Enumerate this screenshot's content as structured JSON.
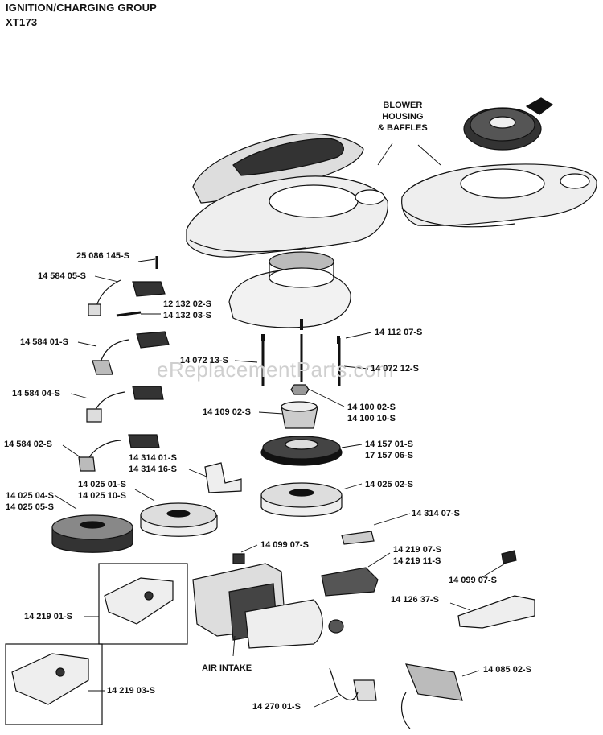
{
  "title": "IGNITION/CHARGING GROUP",
  "model": "XT173",
  "watermark": "eReplacementParts.com",
  "labels": {
    "blower_housing": [
      "BLOWER",
      "HOUSING",
      "& BAFFLES"
    ],
    "air_intake": "AIR INTAKE",
    "p25086145": "25 086 145-S",
    "p1458405": "14 584 05-S",
    "p1213202": "12 132 02-S",
    "p1413203": "14 132 03-S",
    "p1458401": "14 584 01-S",
    "p1411207": "14 112 07-S",
    "p1407213": "14 072 13-S",
    "p1407212": "14 072 12-S",
    "p1458404": "14 584 04-S",
    "p1410002": "14 100 02-S",
    "p1410010": "14 100 10-S",
    "p1410902": "14 109 02-S",
    "p1458402": "14 584 02-S",
    "p1415701": "14 157 01-S",
    "p1715706": "17 157 06-S",
    "p1431401": "14 314 01-S",
    "p1431416": "14 314 16-S",
    "p1402504": "14 025 04-S",
    "p1402505": "14 025 05-S",
    "p1402501": "14 025 01-S",
    "p1402510": "14 025 10-S",
    "p1402502": "14 025 02-S",
    "p1431407": "14 314 07-S",
    "p1409907a": "14 099 07-S",
    "p1421907": "14 219 07-S",
    "p1421911": "14 219 11-S",
    "p1409907b": "14 099 07-S",
    "p1412637": "14 126 37-S",
    "p1421901": "14 219 01-S",
    "p1421903": "14 219 03-S",
    "p1408502": "14 085 02-S",
    "p1427001": "14 270 01-S"
  }
}
